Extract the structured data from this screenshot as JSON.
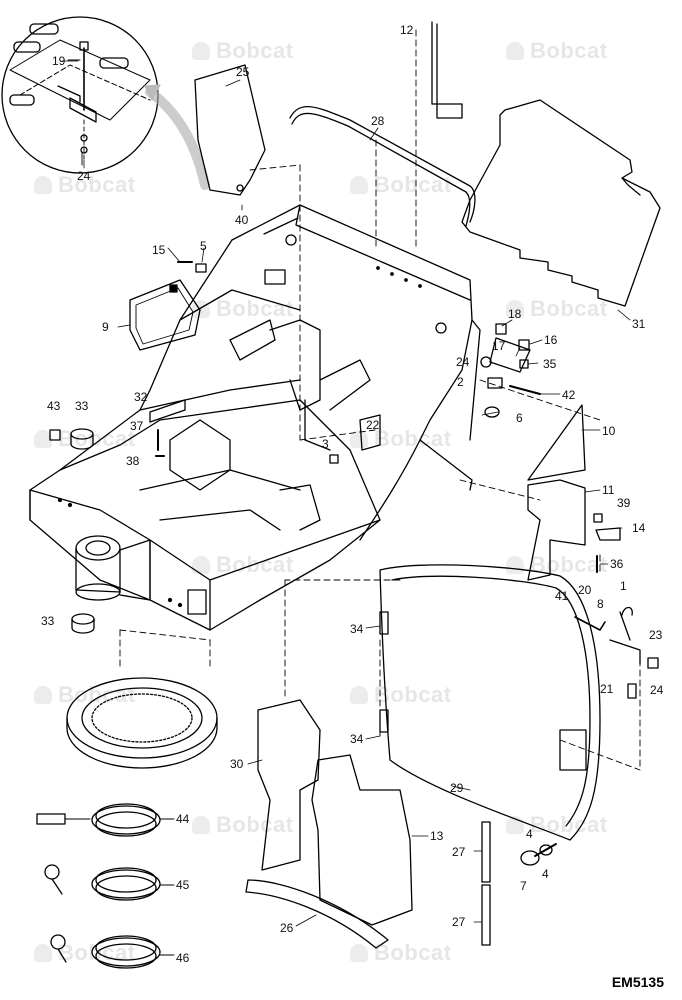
{
  "watermark": "Bobcat",
  "drawing_code": "EM5135",
  "callouts": [
    {
      "id": "c19",
      "label": "19"
    },
    {
      "id": "c24a",
      "label": "24"
    },
    {
      "id": "c25",
      "label": "25"
    },
    {
      "id": "c40",
      "label": "40"
    },
    {
      "id": "c12",
      "label": "12"
    },
    {
      "id": "c28",
      "label": "28"
    },
    {
      "id": "c31",
      "label": "31"
    },
    {
      "id": "c15",
      "label": "15"
    },
    {
      "id": "c5",
      "label": "5"
    },
    {
      "id": "c9",
      "label": "9"
    },
    {
      "id": "c18",
      "label": "18"
    },
    {
      "id": "c16",
      "label": "16"
    },
    {
      "id": "c17",
      "label": "17"
    },
    {
      "id": "c24b",
      "label": "24"
    },
    {
      "id": "c35",
      "label": "35"
    },
    {
      "id": "c2",
      "label": "2"
    },
    {
      "id": "c42",
      "label": "42"
    },
    {
      "id": "c6",
      "label": "6"
    },
    {
      "id": "c10",
      "label": "10"
    },
    {
      "id": "c22",
      "label": "22"
    },
    {
      "id": "c3",
      "label": "3"
    },
    {
      "id": "c43",
      "label": "43"
    },
    {
      "id": "c33a",
      "label": "33"
    },
    {
      "id": "c32",
      "label": "32"
    },
    {
      "id": "c37",
      "label": "37"
    },
    {
      "id": "c38",
      "label": "38"
    },
    {
      "id": "c11",
      "label": "11"
    },
    {
      "id": "c39",
      "label": "39"
    },
    {
      "id": "c14",
      "label": "14"
    },
    {
      "id": "c36",
      "label": "36"
    },
    {
      "id": "c33b",
      "label": "33"
    },
    {
      "id": "c34a",
      "label": "34"
    },
    {
      "id": "c41",
      "label": "41"
    },
    {
      "id": "c20",
      "label": "20"
    },
    {
      "id": "c8",
      "label": "8"
    },
    {
      "id": "c1",
      "label": "1"
    },
    {
      "id": "c23",
      "label": "23"
    },
    {
      "id": "c21",
      "label": "21"
    },
    {
      "id": "c24c",
      "label": "24"
    },
    {
      "id": "c34b",
      "label": "34"
    },
    {
      "id": "c30",
      "label": "30"
    },
    {
      "id": "c29",
      "label": "29"
    },
    {
      "id": "c44",
      "label": "44"
    },
    {
      "id": "c13",
      "label": "13"
    },
    {
      "id": "c4a",
      "label": "4"
    },
    {
      "id": "c27a",
      "label": "27"
    },
    {
      "id": "c45",
      "label": "45"
    },
    {
      "id": "c7",
      "label": "7"
    },
    {
      "id": "c4b",
      "label": "4"
    },
    {
      "id": "c26",
      "label": "26"
    },
    {
      "id": "c27b",
      "label": "27"
    },
    {
      "id": "c46",
      "label": "46"
    }
  ]
}
